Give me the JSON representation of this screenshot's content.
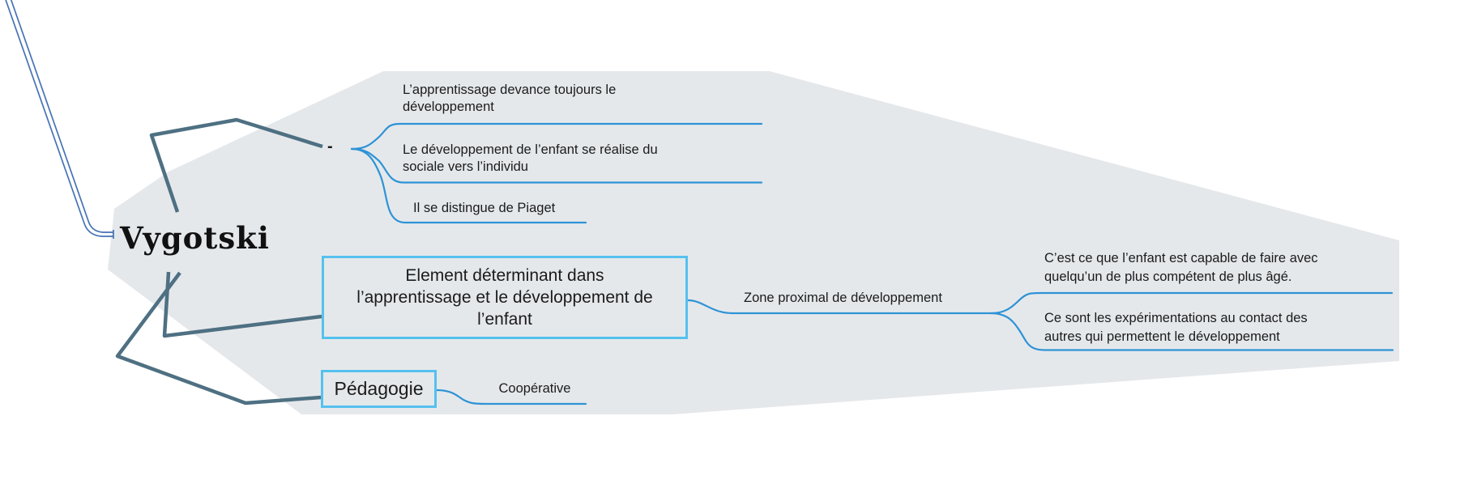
{
  "root": {
    "label": "Vygotski"
  },
  "dash_branch": {
    "label": "-",
    "children": [
      {
        "lines": [
          "L’apprentissage devance toujours le",
          "développement"
        ]
      },
      {
        "lines": [
          "Le développement de l’enfant se réalise du",
          "sociale vers l’individu"
        ]
      },
      {
        "label": "Il se distingue de Piaget"
      }
    ]
  },
  "element_branch": {
    "lines": [
      "Element déterminant dans",
      "l’apprentissage et le développement de",
      "l’enfant"
    ],
    "child": {
      "label": "Zone proximal de développement",
      "children": [
        {
          "lines": [
            "C’est ce que l’enfant est capable de faire avec",
            "quelqu’un de plus compétent de plus âgé."
          ]
        },
        {
          "lines": [
            "Ce sont les expérimentations au contact des",
            "autres qui permettent le développement"
          ]
        }
      ]
    }
  },
  "pedagogie_branch": {
    "label": "Pédagogie",
    "child": {
      "label": "Coopérative"
    }
  },
  "colors": {
    "canvas_bg": "#ffffff",
    "hull_fill": "#e5e8eb",
    "branch_blue": "#2e93d6",
    "node_border_blue": "#55c1ef",
    "connector_slate": "#4e7082",
    "ribbon_blue": "#4673b4",
    "text": "#1b1b1b"
  }
}
